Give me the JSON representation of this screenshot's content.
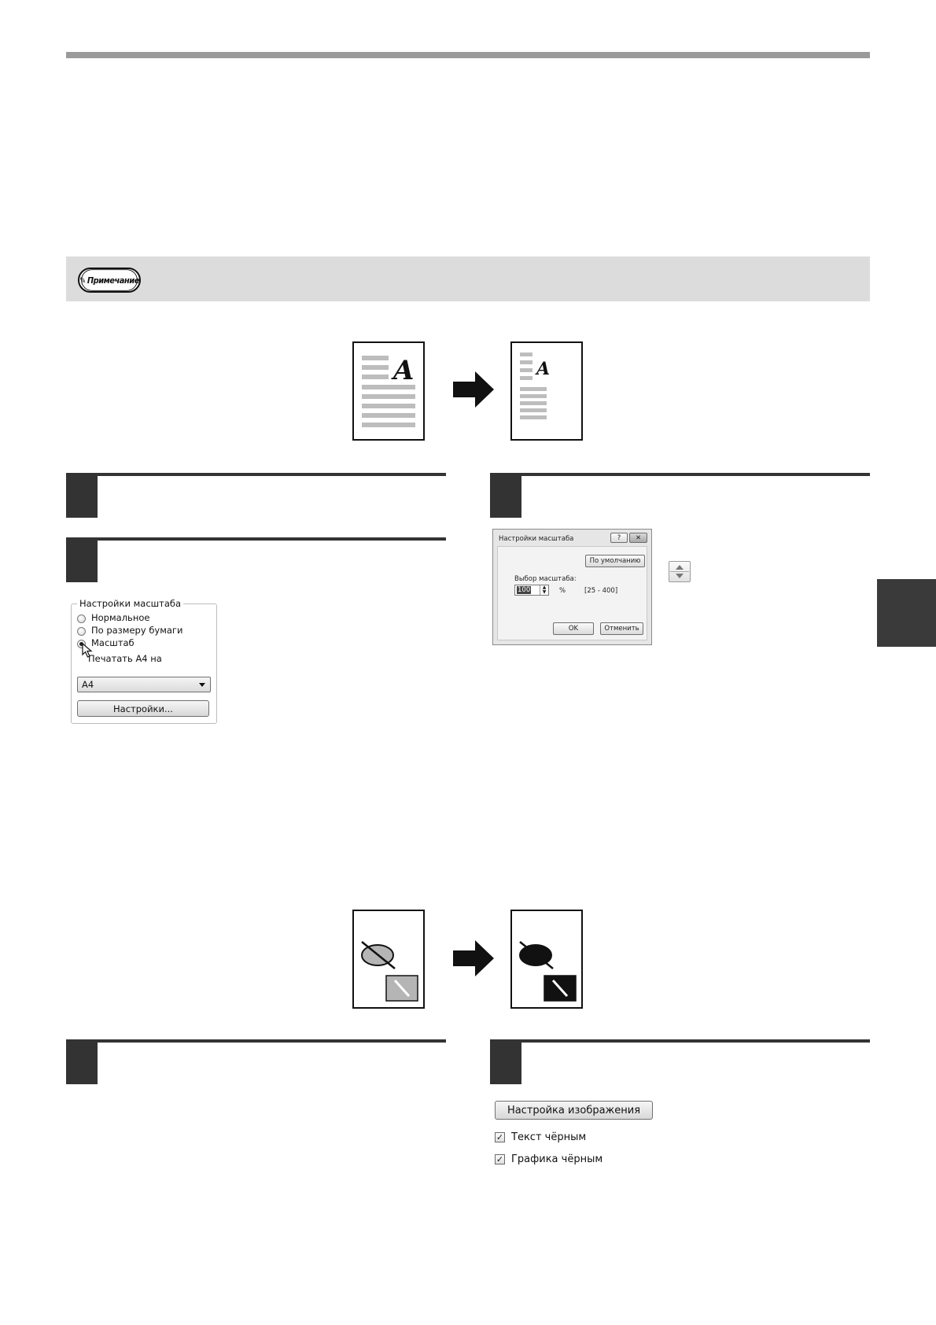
{
  "note": {
    "label": "Примечание"
  },
  "scale_panel": {
    "legend": "Настройки масштаба",
    "options": [
      {
        "label": "Нормальное",
        "selected": false
      },
      {
        "label": "По размеру бумаги",
        "selected": false
      },
      {
        "label": "Масштаб",
        "selected": true
      }
    ],
    "print_label": "Печатать А4 на",
    "paper_select": "A4",
    "settings_button": "Настройки..."
  },
  "zoom_dialog": {
    "title": "Настройки масштаба",
    "help_button": "?",
    "close_button": "✕",
    "default_button": "По умолчанию",
    "zoom_label": "Выбор масштаба:",
    "zoom_value": "100",
    "unit": "%",
    "range": "[25 - 400]",
    "ok_button": "OK",
    "cancel_button": "Отменить"
  },
  "image_panel": {
    "image_settings_button": "Настройка изображения",
    "checkboxes": [
      {
        "label": "Текст чёрным",
        "checked": true
      },
      {
        "label": "Графика чёрным",
        "checked": true
      }
    ]
  },
  "icons": {
    "note_icon": "pencil-icon",
    "spinner_icon": "spinner-arrows-icon",
    "cursor_icon": "mouse-pointer-icon"
  }
}
